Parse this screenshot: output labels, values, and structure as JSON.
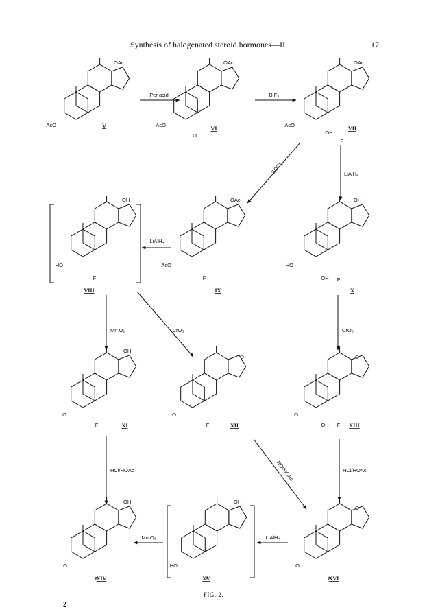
{
  "header": {
    "title": "Synthesis of halogenated steroid hormones—II",
    "page_number": "17"
  },
  "caption": "FIG. 2.",
  "page_mark": "2",
  "compounds": [
    {
      "id": "V",
      "labels": [
        "OAc",
        "AcO"
      ]
    },
    {
      "id": "VI",
      "labels": [
        "OAc",
        "AcO",
        "O"
      ]
    },
    {
      "id": "VII",
      "labels": [
        "OAc",
        "AcO",
        "OH",
        "F"
      ]
    },
    {
      "id": "VIII",
      "labels": [
        "OH",
        "HO",
        "F"
      ]
    },
    {
      "id": "IX",
      "labels": [
        "OAc",
        "AcO",
        "F"
      ]
    },
    {
      "id": "X",
      "labels": [
        "OH",
        "HO",
        "OH",
        "F"
      ]
    },
    {
      "id": "XI",
      "labels": [
        "OH",
        "O",
        "F"
      ]
    },
    {
      "id": "XII",
      "labels": [
        "O",
        "O",
        "F"
      ]
    },
    {
      "id": "XIII",
      "labels": [
        "O",
        "O",
        "OH",
        "F"
      ]
    },
    {
      "id": "XIV",
      "labels": [
        "OH",
        "O",
        "F"
      ]
    },
    {
      "id": "XV",
      "labels": [
        "OH",
        "HO",
        "F"
      ]
    },
    {
      "id": "XVI",
      "labels": [
        "O",
        "O",
        "F"
      ]
    }
  ],
  "reagents": [
    {
      "from": "V",
      "to": "VI",
      "text": "Per acid"
    },
    {
      "from": "VI",
      "to": "VII",
      "text": "B F₃"
    },
    {
      "from": "VII",
      "to": "IX",
      "text": "SOCl₂"
    },
    {
      "from": "VII",
      "to": "X",
      "text": "LiAlH₄"
    },
    {
      "from": "IX",
      "to": "VIII",
      "text": "LiAlH₄"
    },
    {
      "from": "VIII",
      "to": "XI",
      "text": "Mn O₂"
    },
    {
      "from": "VIII",
      "to": "XII",
      "text": "CrO₃"
    },
    {
      "from": "X",
      "to": "XIII",
      "text": "CrO₃"
    },
    {
      "from": "XI",
      "to": "XIV",
      "text": "HCl/HOAc"
    },
    {
      "from": "XII",
      "to": "XVI",
      "text": "HCl/HOAc"
    },
    {
      "from": "XIII",
      "to": "XVI",
      "text": "HCl/HOAc"
    },
    {
      "from": "XVI",
      "to": "XV",
      "text": "LiAlH₄"
    },
    {
      "from": "XV",
      "to": "XIV",
      "text": "Mn O₂"
    }
  ]
}
